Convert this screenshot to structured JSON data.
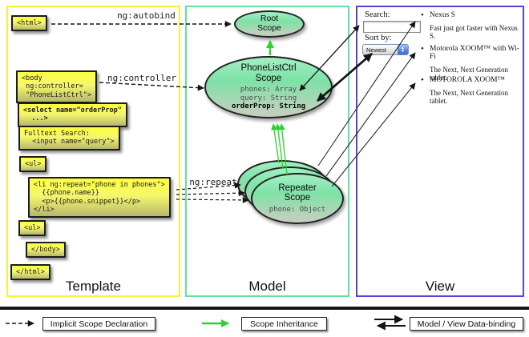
{
  "columns": {
    "template": "Template",
    "model": "Model",
    "view": "View"
  },
  "arrows": {
    "autobind": "ng:autobind",
    "controller": "ng:controller",
    "repeat": "ng:repeat"
  },
  "template_boxes": {
    "html_open": "<html>",
    "body_open": "<body\n ng:controller=\n \"PhoneListCtrl\">",
    "select": "<select name=\"orderProp\"\n  ...>",
    "fulltext": "Fulltext Search:\n  <input name=\"query\">",
    "ul_open": "<ul>",
    "li_repeat": "<li ng:repeat=\"phone in phones\">\n  {{phone.name}}\n  <p>{{phone.snippet}}</p>\n</li>",
    "ul_close": "<ul>",
    "body_close": "</body>",
    "html_close": "</html>"
  },
  "scopes": {
    "root": {
      "title": "Root\nScope"
    },
    "phonelist": {
      "title": "PhoneListCtrl\nScope",
      "props": [
        "phones: Array",
        "query: String",
        "orderProp: String"
      ]
    },
    "repeater": {
      "title": "Repeater\nScope",
      "prop": "phone: Object"
    }
  },
  "view": {
    "search_label": "Search:",
    "sort_label": "Sort by:",
    "sort_value": "Newest",
    "items": [
      {
        "title": "Nexus S",
        "desc": "Fast just got faster with Nexus S."
      },
      {
        "title": "Motorola XOOM™ with Wi-Fi",
        "desc": "The Next, Next Generation tablet."
      },
      {
        "title": "MOTOROLA XOOM™",
        "desc": "The Next, Next Generation tablet."
      }
    ]
  },
  "legend": {
    "implicit": "Implicit Scope Declaration",
    "inheritance": "Scope Inheritance",
    "binding": "Model / View Data-binding"
  },
  "colors": {
    "template_border": "#f3f33a",
    "model_border": "#5fe0a0",
    "view_border": "#5246d6",
    "code_box_yellow": "#f6f76d",
    "scope_green": "#8fe6b0",
    "inheritance_green": "#2bd32b"
  }
}
